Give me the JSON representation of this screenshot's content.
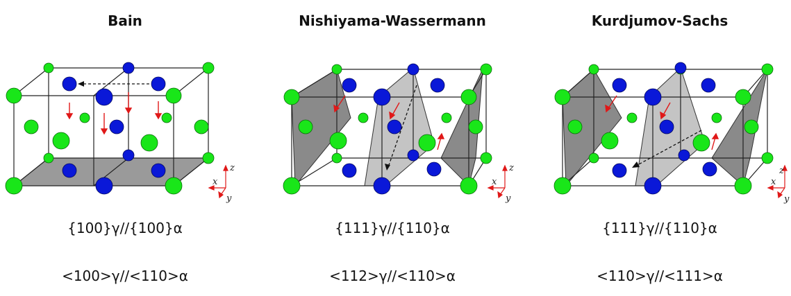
{
  "panels": [
    {
      "title": "Bain",
      "plane_relation": "{100}γ//{100}α",
      "direction_relation": "<100>γ//<110>α"
    },
    {
      "title": "Nishiyama-Wassermann",
      "plane_relation": "{111}γ//{110}α",
      "direction_relation": "<112>γ//<110>α"
    },
    {
      "title": "Kurdjumov-Sachs",
      "plane_relation": "{111}γ//{110}α",
      "direction_relation": "<110>γ//<111>α"
    }
  ],
  "axes": {
    "x": "x",
    "y": "y",
    "z": "z"
  },
  "colors": {
    "fcc_atom": "#19e619",
    "bcc_atom": "#0a18d8",
    "plane_dark": "#8a8a8a",
    "plane_light": "#c4c4c4",
    "arrow_red": "#e01818",
    "edge": "#222222"
  }
}
